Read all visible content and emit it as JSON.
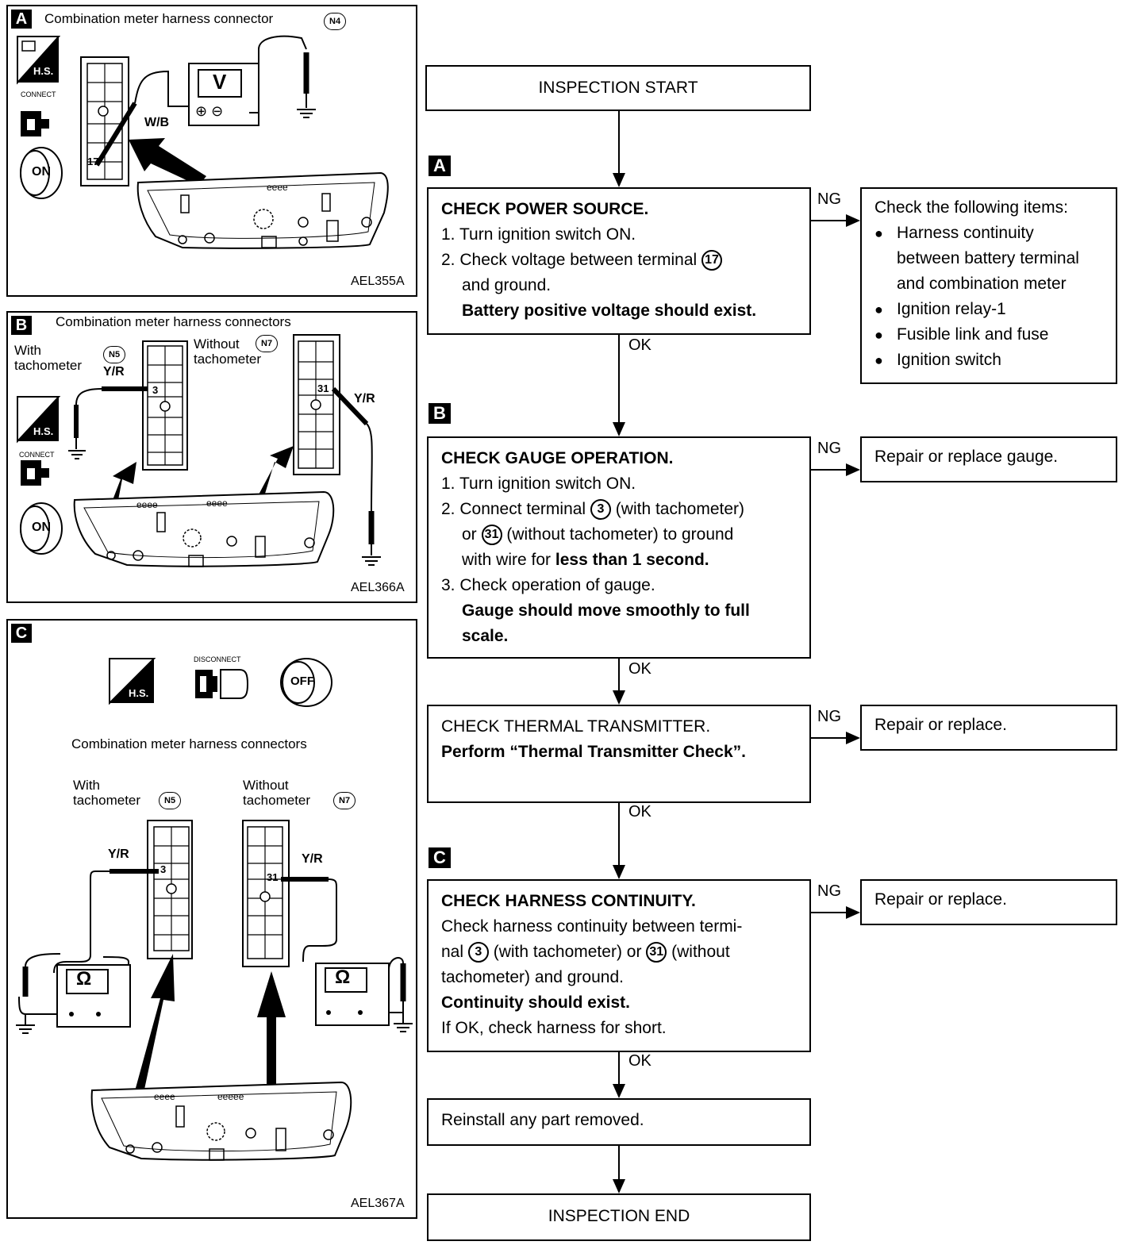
{
  "panels": {
    "a": {
      "tag": "A",
      "title": "Combination meter harness connector",
      "connector": "N4",
      "wire": "W/B",
      "pin": "17",
      "meter": "V",
      "meter_terminals": "⊕ ⊖",
      "icon_hs": "H.S.",
      "icon_connect": "CONNECT",
      "key": "ON",
      "code": "AEL355A"
    },
    "b": {
      "tag": "B",
      "title": "Combination meter harness connectors",
      "with_label": "With\ntachometer",
      "with_connector": "N5",
      "without_label": "Without\ntachometer",
      "without_connector": "N7",
      "wire_left": "Y/R",
      "wire_right": "Y/R",
      "pin_left": "3",
      "pin_right": "31",
      "icon_hs": "H.S.",
      "icon_connect": "CONNECT",
      "key": "ON",
      "code": "AEL366A"
    },
    "c": {
      "tag": "C",
      "title": "Combination meter harness connectors",
      "with_label": "With\ntachometer",
      "with_connector": "N5",
      "without_label": "Without\ntachometer",
      "without_connector": "N7",
      "wire_left": "Y/R",
      "wire_right": "Y/R",
      "pin_left": "3",
      "pin_right": "31",
      "meter": "Ω",
      "icon_hs": "H.S.",
      "icon_disconnect": "DISCONNECT",
      "key": "OFF",
      "code": "AEL367A"
    }
  },
  "flow": {
    "start": "INSPECTION START",
    "end": "INSPECTION END",
    "step_a_tag": "A",
    "step_b_tag": "B",
    "step_c_tag": "C",
    "ng": "NG",
    "ok": "OK",
    "power": {
      "title": "CHECK POWER SOURCE.",
      "l1": "1. Turn ignition switch ON.",
      "l2a": "2. Check voltage between terminal",
      "l2_terminal": "17",
      "l2b": "and ground.",
      "l3": "Battery positive voltage should exist."
    },
    "power_ng": {
      "title": "Check the following items:",
      "b1a": "Harness continuity",
      "b1b": "between battery terminal",
      "b1c": "and combination meter",
      "b2": "Ignition relay-1",
      "b3": "Fusible link and fuse",
      "b4": "Ignition switch"
    },
    "gauge": {
      "title": "CHECK GAUGE OPERATION.",
      "l1": "1. Turn ignition switch ON.",
      "l2a": "2. Connect terminal",
      "l2_t1": "3",
      "l2b": "(with tachometer)",
      "l3a": "or",
      "l3_t2": "31",
      "l3b": "(without tachometer) to ground",
      "l4a": "with wire for",
      "l4b": "less than 1 second.",
      "l5": "3. Check operation of gauge.",
      "l6": "Gauge should move smoothly to full",
      "l7": "scale."
    },
    "gauge_ng": "Repair or replace gauge.",
    "thermal": {
      "l1": "CHECK THERMAL TRANSMITTER.",
      "l2": "Perform “Thermal Transmitter Check”."
    },
    "thermal_ng": "Repair or replace.",
    "harness": {
      "title": "CHECK HARNESS CONTINUITY.",
      "l1": "Check harness continuity between termi-",
      "l2a": "nal",
      "l2_t1": "3",
      "l2b": "(with tachometer) or",
      "l2_t2": "31",
      "l2c": "(without",
      "l3": "tachometer) and ground.",
      "l4": "Continuity should exist.",
      "l5": "If OK, check harness for short."
    },
    "harness_ng": "Repair or replace.",
    "reinstall": "Reinstall any part removed."
  }
}
